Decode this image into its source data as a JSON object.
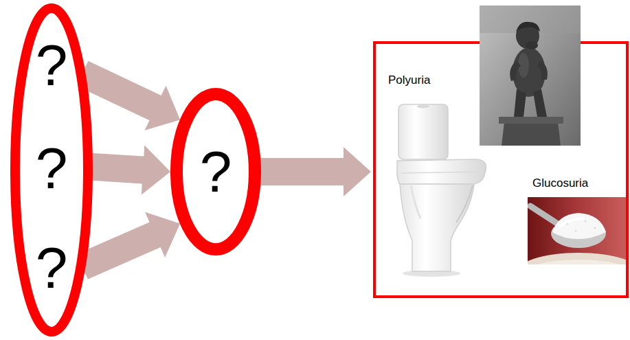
{
  "diagram": {
    "nodes": [
      {
        "text": [
          "?",
          "?",
          "?"
        ]
      },
      {
        "text": [
          "?"
        ]
      },
      {
        "text": [
          "Polyuria",
          "Glucosuria"
        ]
      }
    ],
    "edges": [
      {
        "from": 0,
        "to": 1,
        "arrow": "to"
      },
      {
        "from": 0,
        "to": 1,
        "arrow": "to"
      },
      {
        "from": 0,
        "to": 1,
        "arrow": "to"
      },
      {
        "from": 1,
        "to": 2,
        "arrow": "to"
      }
    ]
  }
}
